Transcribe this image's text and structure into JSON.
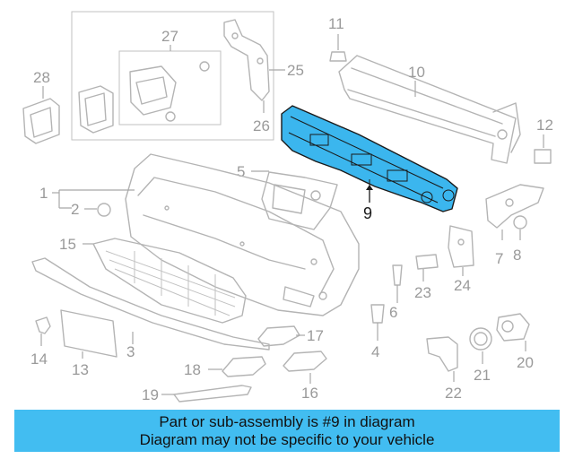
{
  "callouts": {
    "c1": "1",
    "c2": "2",
    "c3": "3",
    "c4": "4",
    "c5": "5",
    "c6": "6",
    "c7": "7",
    "c8": "8",
    "c9": "9",
    "c10": "10",
    "c11": "11",
    "c12": "12",
    "c13": "13",
    "c14": "14",
    "c15": "15",
    "c16": "16",
    "c17": "17",
    "c18": "18",
    "c19": "19",
    "c20": "20",
    "c21": "21",
    "c22": "22",
    "c23": "23",
    "c24": "24",
    "c25": "25",
    "c26": "26",
    "c27": "27",
    "c28": "28"
  },
  "highlighted_part": "9",
  "colors": {
    "highlight": "#3bb6ee",
    "banner": "#42bdf1",
    "line": "#b4b4b4"
  },
  "banner": {
    "line1": "Part or sub-assembly is #9 in diagram",
    "line2": "Diagram may not be specific to your vehicle"
  }
}
